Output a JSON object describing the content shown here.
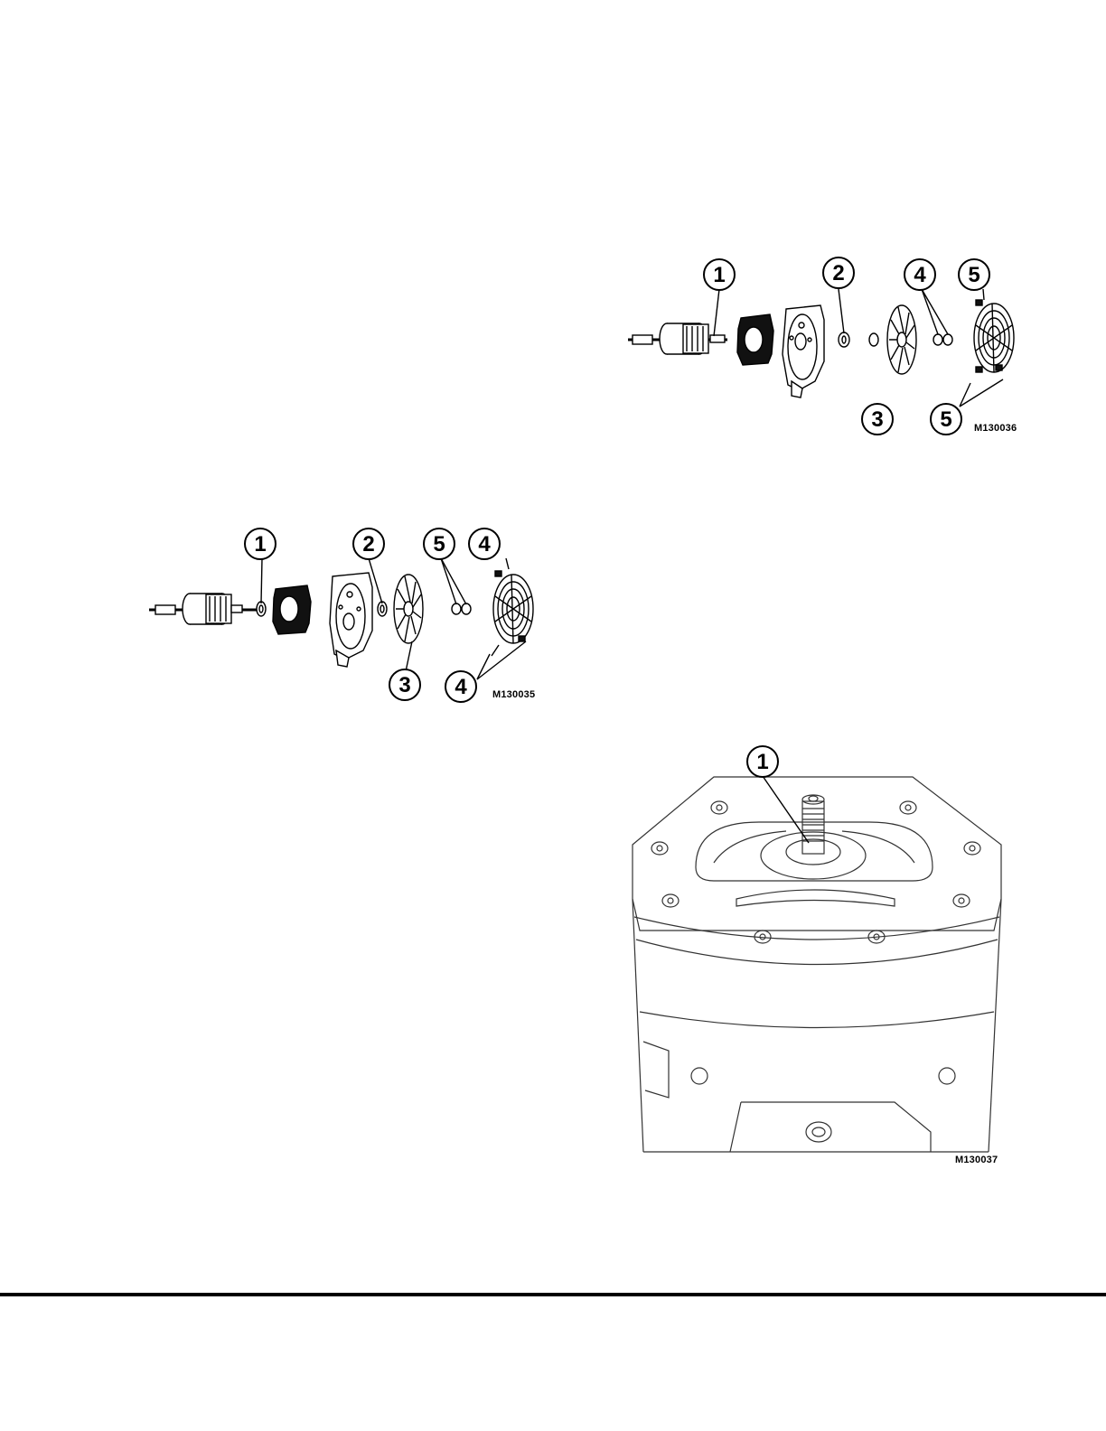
{
  "figures": [
    {
      "id": "M130035",
      "callouts": [
        "1",
        "2",
        "5",
        "4",
        "3",
        "4"
      ]
    },
    {
      "id": "M130036",
      "callouts": [
        "1",
        "2",
        "4",
        "5",
        "3",
        "5"
      ]
    },
    {
      "id": "M130037",
      "callouts": [
        "1"
      ]
    }
  ]
}
